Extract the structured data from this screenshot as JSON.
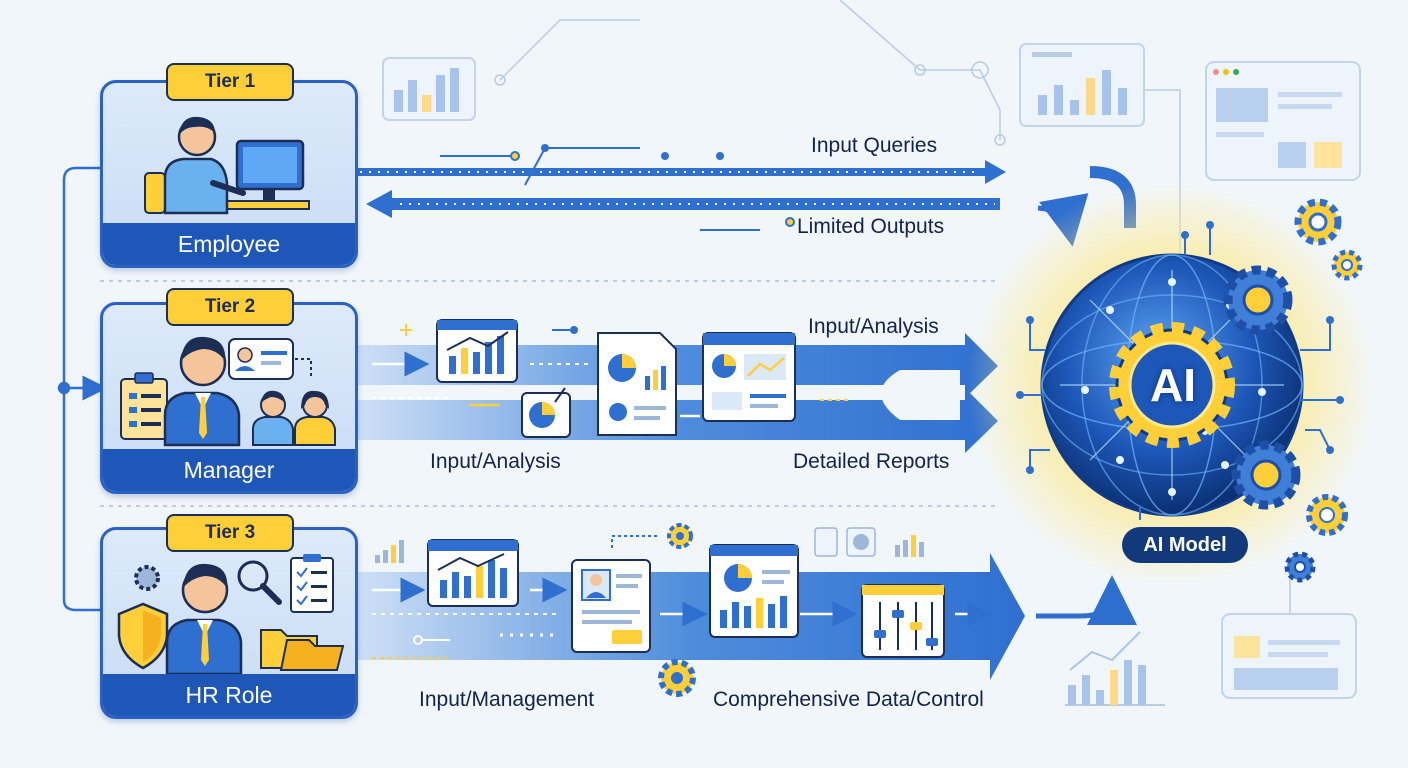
{
  "tiers": [
    {
      "badge": "Tier 1",
      "role": "Employee"
    },
    {
      "badge": "Tier 2",
      "role": "Manager"
    },
    {
      "badge": "Tier 3",
      "role": "HR Role"
    }
  ],
  "flows": {
    "tier1_top": "Input Queries",
    "tier1_bottom": "Limited Outputs",
    "tier2_top": "Input/Analysis",
    "tier2_left": "Input/Analysis",
    "tier2_bottom": "Detailed Reports",
    "tier3_left": "Input/Management",
    "tier3_right": "Comprehensive Data/Control"
  },
  "ai": {
    "core": "AI",
    "badge": "AI Model"
  },
  "colors": {
    "primary_blue": "#1f57b8",
    "accent_yellow": "#ffcf3a",
    "dark_navy": "#123a7a",
    "background": "#f1f6fb"
  },
  "icons": [
    "employee-at-computer-icon",
    "manager-with-team-icon",
    "hr-professional-icon",
    "bar-chart-icon",
    "pie-chart-icon",
    "report-document-icon",
    "dashboard-icon",
    "profile-card-icon",
    "slider-controls-icon",
    "gear-icon",
    "ai-globe-icon"
  ]
}
